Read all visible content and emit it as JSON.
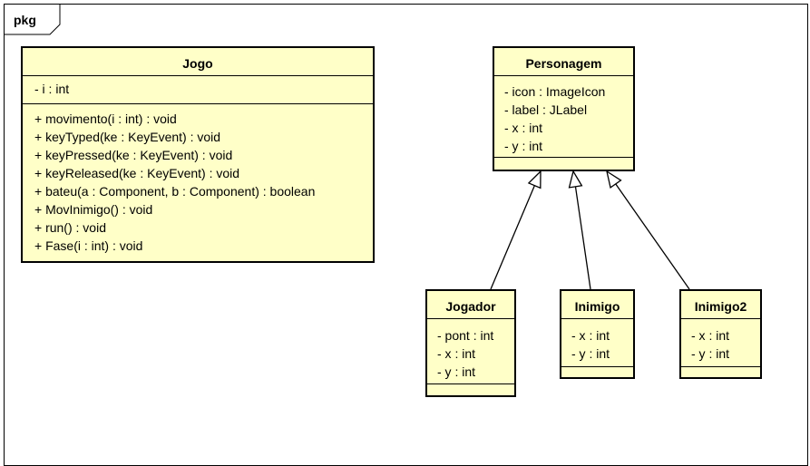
{
  "package": {
    "label": "pkg"
  },
  "classes": [
    {
      "id": "jogo",
      "name": "Jogo",
      "attributes": [
        "- i : int"
      ],
      "operations": [
        "+ movimento(i : int) : void",
        "+ keyTyped(ke : KeyEvent) : void",
        "+ keyPressed(ke : KeyEvent) : void",
        "+ keyReleased(ke : KeyEvent) : void",
        "+ bateu(a : Component, b : Component) : boolean",
        "+ MovInimigo() : void",
        "+ run() : void",
        "+ Fase(i : int) : void"
      ]
    },
    {
      "id": "personagem",
      "name": "Personagem",
      "attributes": [
        "- icon : ImageIcon",
        "- label : JLabel",
        "- x : int",
        "- y : int"
      ],
      "operations": []
    },
    {
      "id": "jogador",
      "name": "Jogador",
      "attributes": [
        "- pont : int",
        "- x : int",
        "- y : int"
      ],
      "operations": []
    },
    {
      "id": "inimigo",
      "name": "Inimigo",
      "attributes": [
        "- x : int",
        "- y : int"
      ],
      "operations": []
    },
    {
      "id": "inimigo2",
      "name": "Inimigo2",
      "attributes": [
        "- x : int",
        "- y : int"
      ],
      "operations": []
    }
  ],
  "relations": [
    {
      "type": "generalization",
      "from": "jogador",
      "to": "personagem"
    },
    {
      "type": "generalization",
      "from": "inimigo",
      "to": "personagem"
    },
    {
      "type": "generalization",
      "from": "inimigo2",
      "to": "personagem"
    }
  ]
}
